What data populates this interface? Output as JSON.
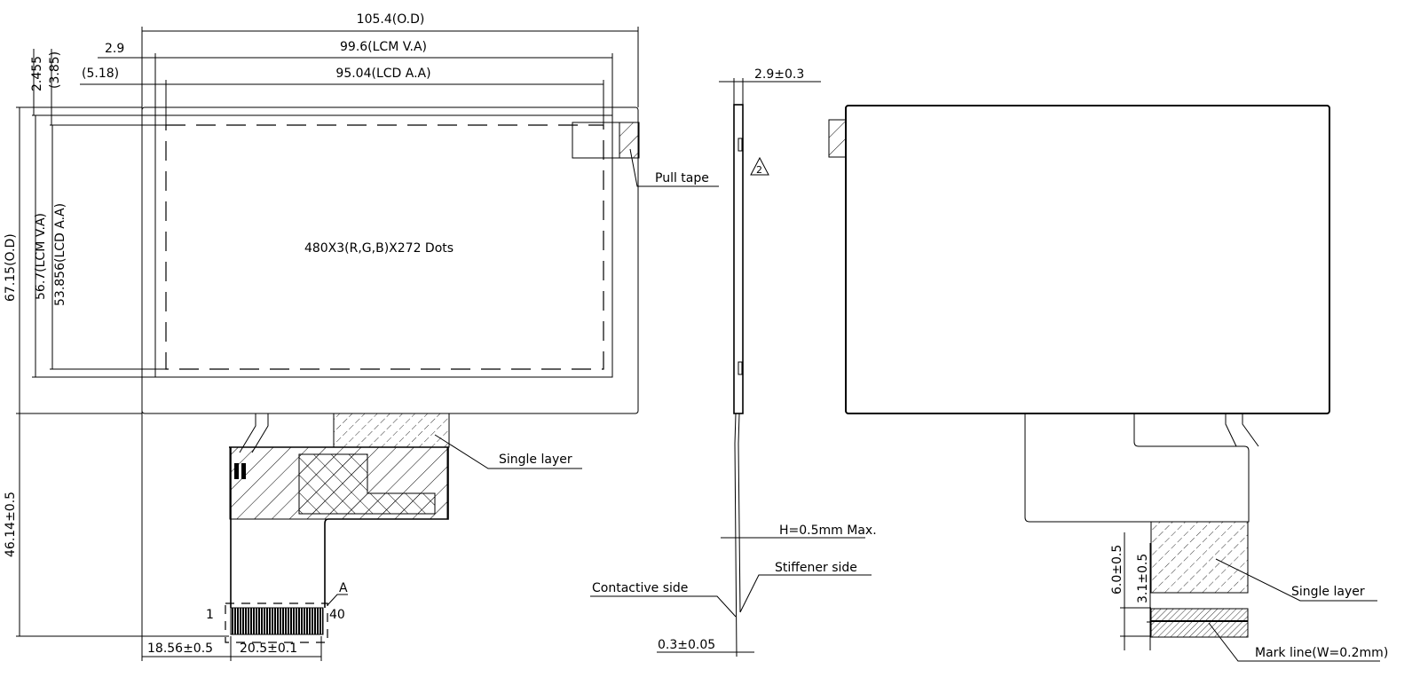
{
  "front_view": {
    "dim_od_width": "105.4(O.D)",
    "dim_lcm_va_width": "99.6(LCM V.A)",
    "dim_lcd_aa_width": "95.04(LCD A.A)",
    "dim_left_offset": "2.9",
    "dim_left_aa_offset": "(5.18)",
    "dim_top_offset": "2.455",
    "dim_top_aa_offset": "(3.85)",
    "dim_od_height": "67.15(O.D)",
    "dim_lcm_va_height": "56.7(LCM V.A)",
    "dim_lcd_aa_height": "53.856(LCD A.A)",
    "resolution_label": "480X3(R,G,B)X272 Dots",
    "pull_tape_label": "Pull tape",
    "single_layer_label": "Single layer",
    "dim_fpc_length": "46.14±0.5",
    "dim_fpc_offset": "18.56±0.5",
    "dim_fpc_width": "20.5±0.1",
    "pin_first": "1",
    "pin_last": "40",
    "detail_marker": "A"
  },
  "side_view": {
    "dim_thickness": "2.9±0.3",
    "revision_marker": "2",
    "stiffener_height": "H=0.5mm Max.",
    "stiffener_side_label": "Stiffener side",
    "contactive_side_label": "Contactive side",
    "dim_fpc_thickness": "0.3±0.05"
  },
  "back_view": {
    "dim_stiffener_length": "6.0±0.5",
    "dim_mark_offset": "3.1±0.5",
    "single_layer_label": "Single layer",
    "mark_line_label": "Mark line(W=0.2mm)"
  }
}
